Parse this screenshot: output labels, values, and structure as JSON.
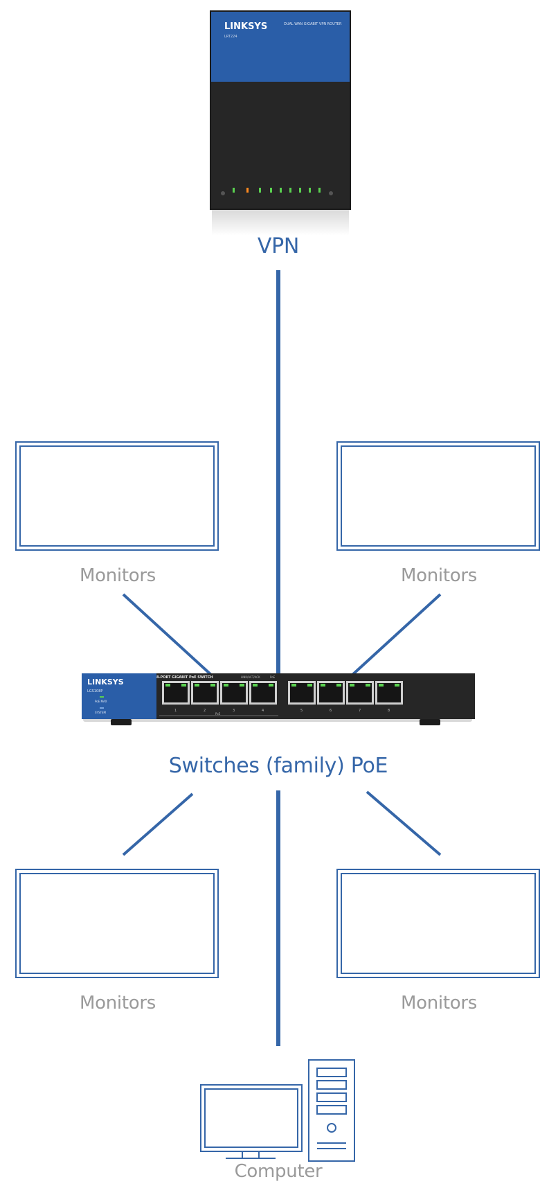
{
  "router": {
    "brand": "LINKSYS",
    "model": "LRT224",
    "subtitle": "DUAL WAN GIGABIT VPN ROUTER",
    "label": "VPN"
  },
  "switch": {
    "brand": "LINKSYS",
    "model": "LGS108P",
    "header_text": "8-PORT GIGABIT PoE SWITCH",
    "header_right": "LINK/ACT/ACK",
    "poe_tag": "PoE",
    "led_labels": [
      "PoE MAX",
      "SYSTEM"
    ],
    "group_label": "PoE",
    "ports": [
      "1",
      "2",
      "3",
      "4",
      "5",
      "6",
      "7",
      "8"
    ],
    "label": "Switches (family) PoE"
  },
  "monitors": [
    {
      "label": "Monitors"
    },
    {
      "label": "Monitors"
    },
    {
      "label": "Monitors"
    },
    {
      "label": "Monitors"
    }
  ],
  "computer": {
    "label": "Computer"
  },
  "colors": {
    "line": "#3566a8",
    "outline": "#3566a8",
    "router_blue": "#2a5ea8",
    "device_dark": "#262626",
    "label_gray": "#9a9a9a"
  }
}
